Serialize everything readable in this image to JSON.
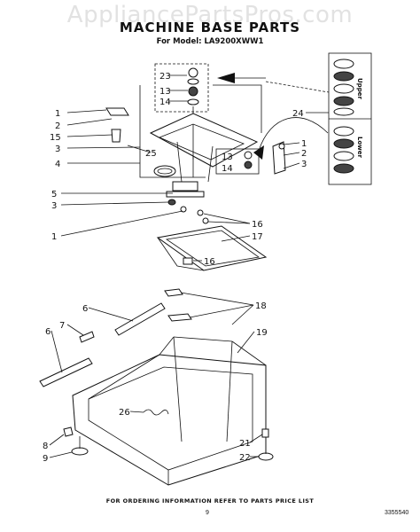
{
  "watermark": "AppliancePartsPros.com",
  "title": "MACHINE BASE PARTS",
  "subtitle": "For Model: LA9200XWW1",
  "callouts": [
    {
      "id": "c23",
      "label": "23"
    },
    {
      "id": "c13a",
      "label": "13"
    },
    {
      "id": "c14a",
      "label": "14"
    },
    {
      "id": "c24",
      "label": "24"
    },
    {
      "id": "c1a",
      "label": "1"
    },
    {
      "id": "c2a",
      "label": "2"
    },
    {
      "id": "c15",
      "label": "15"
    },
    {
      "id": "c3a",
      "label": "3"
    },
    {
      "id": "c4",
      "label": "4"
    },
    {
      "id": "c25",
      "label": "25"
    },
    {
      "id": "c13b",
      "label": "13"
    },
    {
      "id": "c14b",
      "label": "14"
    },
    {
      "id": "c1b",
      "label": "1"
    },
    {
      "id": "c2b",
      "label": "2"
    },
    {
      "id": "c3b",
      "label": "3"
    },
    {
      "id": "c5",
      "label": "5"
    },
    {
      "id": "c3c",
      "label": "3"
    },
    {
      "id": "c1c",
      "label": "1"
    },
    {
      "id": "c16a",
      "label": "16"
    },
    {
      "id": "c17",
      "label": "17"
    },
    {
      "id": "c16b",
      "label": "16"
    },
    {
      "id": "c18",
      "label": "18"
    },
    {
      "id": "c6a",
      "label": "6"
    },
    {
      "id": "c7",
      "label": "7"
    },
    {
      "id": "c6b",
      "label": "6"
    },
    {
      "id": "c19",
      "label": "19"
    },
    {
      "id": "c26",
      "label": "26"
    },
    {
      "id": "c8",
      "label": "8"
    },
    {
      "id": "c9",
      "label": "9"
    },
    {
      "id": "c21",
      "label": "21"
    },
    {
      "id": "c22",
      "label": "22"
    }
  ],
  "inset_labels": {
    "upper": "Upper",
    "lower": "Lower"
  },
  "footer": "FOR ORDERING INFORMATION REFER TO PARTS PRICE LIST",
  "page_number": "9",
  "document_number": "3355540"
}
